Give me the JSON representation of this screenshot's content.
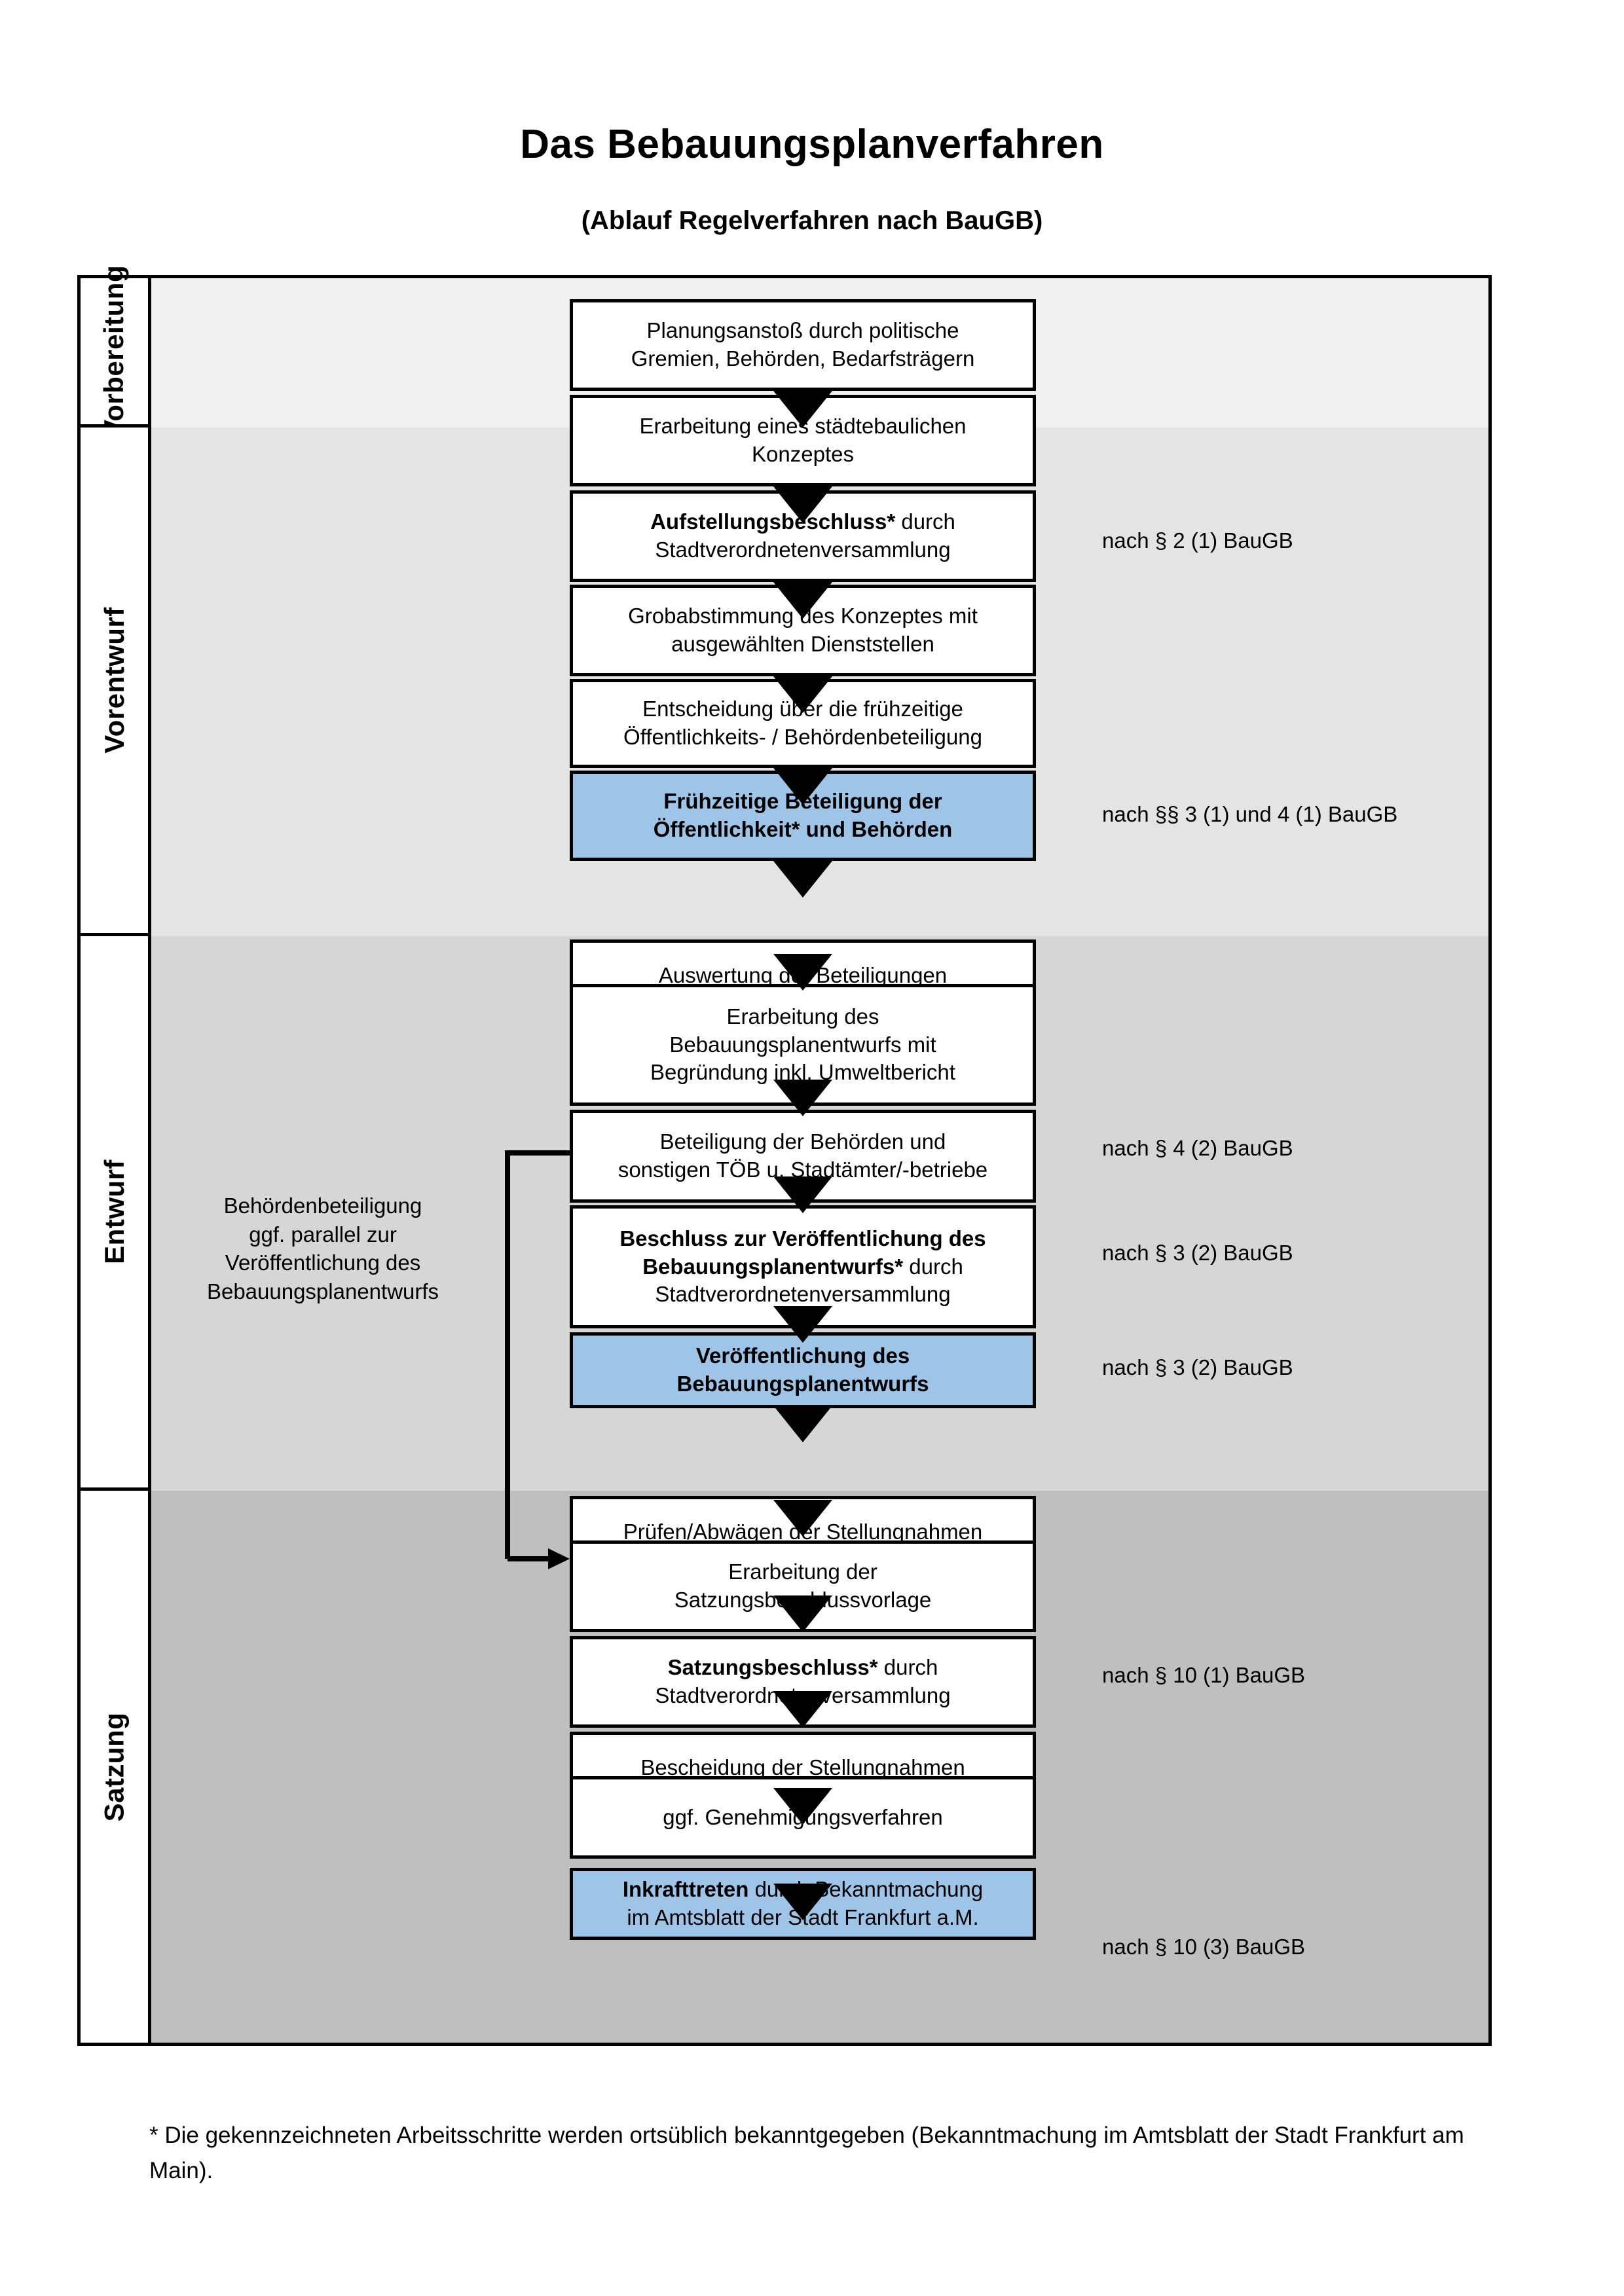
{
  "title": "Das Bebauungsplanverfahren",
  "subtitle": "(Ablauf Regelverfahren nach BauGB)",
  "phases": [
    {
      "id": "vorbereitung",
      "label": "Vorbereitung",
      "band_color": "#F0F0F0"
    },
    {
      "id": "vorentwurf",
      "label": "Vorentwurf",
      "band_color": "#E4E4E4"
    },
    {
      "id": "entwurf",
      "label": "Entwurf",
      "band_color": "#D6D6D6"
    },
    {
      "id": "satzung",
      "label": "Satzung",
      "band_color": "#BFBFBF"
    }
  ],
  "steps": [
    {
      "id": "planungsanstoss",
      "phase": "vorbereitung",
      "line1": "Planungsanstoß durch politische",
      "line2": "Gremien, Behörden, Bedarfsträgern",
      "line3": "",
      "accent": false,
      "bold_prefix": ""
    },
    {
      "id": "staedtebau-konzept",
      "phase": "vorbereitung",
      "line1": "Erarbeitung eines städtebaulichen",
      "line2": "Konzeptes",
      "line3": "",
      "accent": false,
      "bold_prefix": ""
    },
    {
      "id": "aufstellungsbeschluss",
      "phase": "vorbereitung",
      "line1": "",
      "line2": "Stadtverordnetenversammlung",
      "line3": "",
      "accent": false,
      "bold_prefix": "Aufstellungsbeschluss*",
      "rest_first_line": " durch"
    },
    {
      "id": "grobabstimmung",
      "phase": "vorentwurf",
      "line1": "Grobabstimmung des Konzeptes mit",
      "line2": "ausgewählten Dienststellen",
      "line3": "",
      "accent": false,
      "bold_prefix": ""
    },
    {
      "id": "entscheidung-fruehzeitig",
      "phase": "vorentwurf",
      "line1": "Entscheidung über die frühzeitige",
      "line2": "Öffentlichkeits- / Behördenbeteiligung",
      "line3": "",
      "accent": false,
      "bold_prefix": ""
    },
    {
      "id": "fruehzeitige-beteiligung",
      "phase": "vorentwurf",
      "line1": "Frühzeitige Beteiligung der",
      "line2": "Öffentlichkeit* und Behörden",
      "line3": "",
      "accent": true,
      "all_bold": true
    },
    {
      "id": "auswertung",
      "phase": "entwurf",
      "line1": "Auswertung der Beteiligungen",
      "line2": "",
      "line3": "",
      "accent": false,
      "bold_prefix": ""
    },
    {
      "id": "erarbeitung-entwurf",
      "phase": "entwurf",
      "line1": "Erarbeitung des",
      "line2": "Bebauungsplanentwurfs mit",
      "line3": "Begründung inkl. Umweltbericht",
      "accent": false,
      "bold_prefix": ""
    },
    {
      "id": "beteiligung-behoerden",
      "phase": "entwurf",
      "line1": "Beteiligung der Behörden und",
      "line2": "sonstigen TÖB u. Stadtämter/-betriebe",
      "line3": "",
      "accent": false,
      "bold_prefix": ""
    },
    {
      "id": "beschluss-veroeffentlichung",
      "phase": "entwurf",
      "line1": "",
      "line2": "",
      "line3": "Stadtverordnetenversammlung",
      "accent": false,
      "bold_prefix": "Beschluss zur Veröffentlichung des Bebauungsplanentwurfs*",
      "rest_first_line": " durch"
    },
    {
      "id": "veroeffentlichung",
      "phase": "entwurf",
      "line1": "Veröffentlichung des",
      "line2": "Bebauungsplanentwurfs",
      "line3": "",
      "accent": true,
      "all_bold": true
    },
    {
      "id": "pruefen-abwaegen",
      "phase": "satzung",
      "line1": "Prüfen/Abwägen der Stellungnahmen",
      "line2": "",
      "line3": "",
      "accent": false,
      "bold_prefix": ""
    },
    {
      "id": "satzungsbeschlussvorlage",
      "phase": "satzung",
      "line1": "Erarbeitung der",
      "line2": "Satzungsbeschlussvorlage",
      "line3": "",
      "accent": false,
      "bold_prefix": ""
    },
    {
      "id": "satzungsbeschluss",
      "phase": "satzung",
      "line1": "",
      "line2": "Stadtverordnetenversammlung",
      "line3": "",
      "accent": false,
      "bold_prefix": "Satzungsbeschluss*",
      "rest_first_line": " durch"
    },
    {
      "id": "bescheidung",
      "phase": "satzung",
      "line1": "Bescheidung der Stellungnahmen",
      "line2": "",
      "line3": "",
      "accent": false,
      "bold_prefix": ""
    },
    {
      "id": "genehmigungsverfahren",
      "phase": "satzung",
      "line1": "ggf. Genehmigungsverfahren",
      "line2": "",
      "line3": "",
      "accent": false,
      "bold_prefix": ""
    },
    {
      "id": "inkrafttreten",
      "phase": "satzung",
      "line1": "",
      "line2": "im Amtsblatt der Stadt Frankfurt a.M.",
      "line3": "",
      "accent": true,
      "bold_prefix": "Inkrafttreten",
      "rest_first_line": " durch Bekanntmachung"
    }
  ],
  "legal_notes": [
    {
      "id": "note-par2-1",
      "text": "nach § 2 (1) BauGB"
    },
    {
      "id": "note-par3-4-1",
      "text": "nach §§ 3 (1) und 4 (1) BauGB"
    },
    {
      "id": "note-par4-2",
      "text": "nach § 4 (2) BauGB"
    },
    {
      "id": "note-par3-2a",
      "text": "nach § 3 (2) BauGB"
    },
    {
      "id": "note-par3-2b",
      "text": "nach § 3 (2) BauGB"
    },
    {
      "id": "note-par10-1",
      "text": "nach § 10 (1) BauGB"
    },
    {
      "id": "note-par10-3",
      "text": "nach § 10 (3) BauGB"
    }
  ],
  "side_note": {
    "line1": "Behördenbeteiligung",
    "line2": "ggf. parallel zur",
    "line3": "Veröffentlichung des",
    "line4": "Bebauungsplanentwurfs"
  },
  "footnote": "* Die gekennzeichneten Arbeitsschritte werden ortsüblich bekanntgegeben (Bekanntmachung im Amtsblatt  der Stadt Frankfurt am Main).",
  "colors": {
    "accent_blue": "#9EC5E8",
    "band_vorbereitung": "#F0F0F0",
    "band_vorentwurf": "#E4E4E4",
    "band_entwurf": "#D6D6D6",
    "band_satzung": "#BFBFBF",
    "line": "#000000"
  }
}
